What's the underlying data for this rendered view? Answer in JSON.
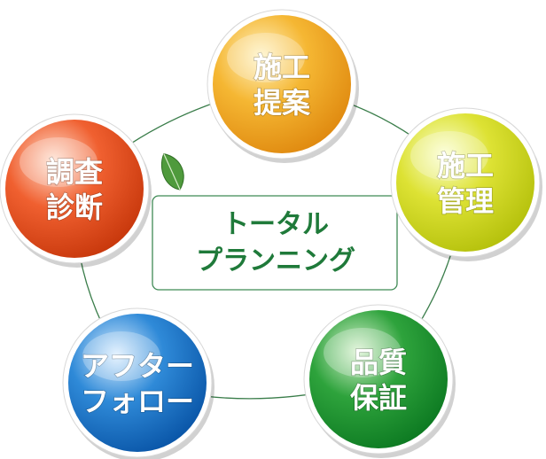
{
  "center": {
    "lines": [
      "トータル",
      "プランニング"
    ],
    "text_color": "#1f7a3a",
    "border_color": "#3f8a55",
    "icon": "leaf-icon"
  },
  "connector_color": "#3a7d4a",
  "nodes": [
    {
      "id": "proposal",
      "lines": [
        "施工",
        "提案"
      ],
      "colors": [
        "#fff3c4",
        "#f5b733",
        "#e08a10"
      ]
    },
    {
      "id": "management",
      "lines": [
        "施工",
        "管理"
      ],
      "colors": [
        "#fbffd0",
        "#dde234",
        "#b5c10c"
      ]
    },
    {
      "id": "warranty",
      "lines": [
        "品質",
        "保証"
      ],
      "colors": [
        "#d9f2d0",
        "#2ea33c",
        "#0d7a22"
      ]
    },
    {
      "id": "aftercare",
      "lines": [
        "アフター",
        "フォロー"
      ],
      "colors": [
        "#dbeeff",
        "#2f8ad8",
        "#0a56a8"
      ]
    },
    {
      "id": "survey",
      "lines": [
        "調査",
        "診断"
      ],
      "colors": [
        "#ffe0d0",
        "#f06030",
        "#c8380c"
      ]
    }
  ]
}
